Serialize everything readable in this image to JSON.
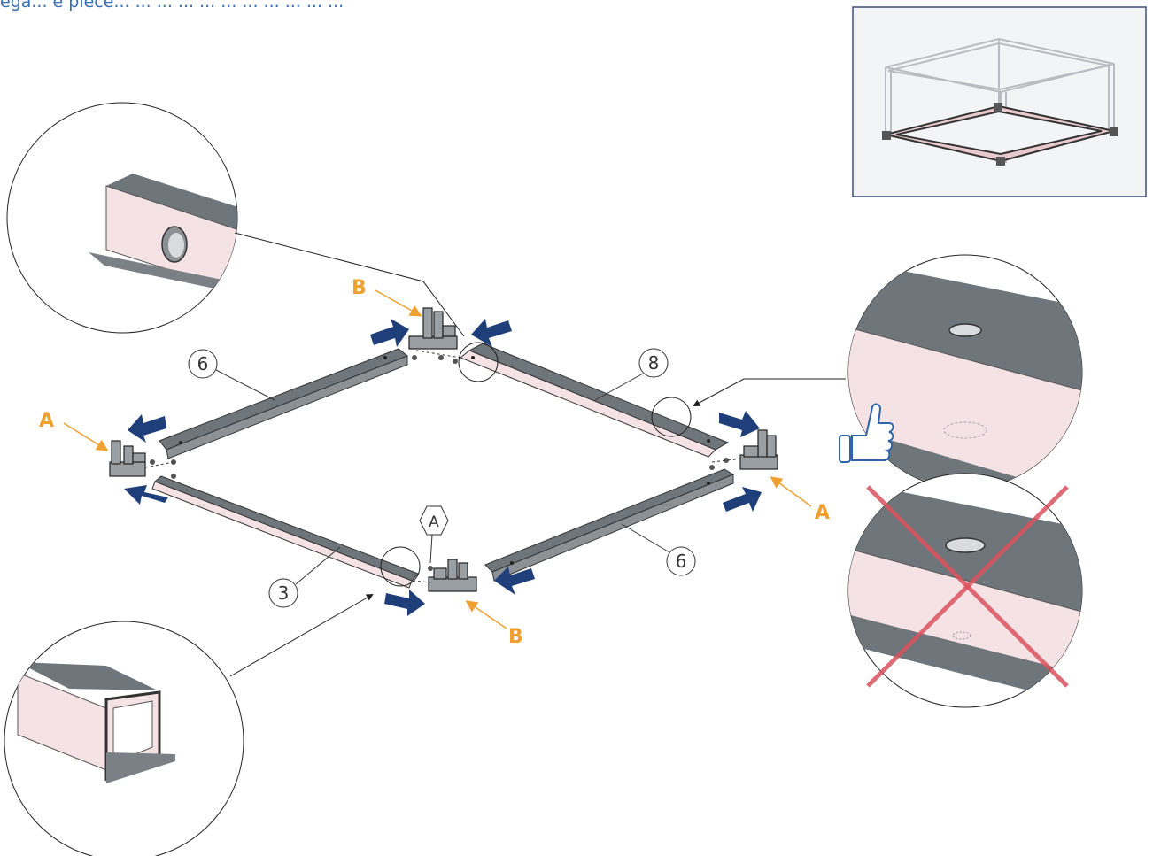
{
  "header": {
    "text": "ega... e piece... ... ... ... ... ... ... ... ... ... ..."
  },
  "labels": {
    "corner_a": "A",
    "corner_b": "B",
    "hex_marker": "A"
  },
  "part_numbers": [
    "6",
    "8",
    "6",
    "3"
  ],
  "colors": {
    "accent_orange": "#f0a030",
    "arrow_blue": "#1f3f7a",
    "header_blue": "#3a6fb0",
    "cross_red": "#d9535e",
    "beam_pink": "#f4e2e4",
    "beam_gray": "#6f767b",
    "thumbs_blue": "#2f64a8"
  },
  "icons": [
    "thumbs-up-icon",
    "red-x-icon",
    "push-arrow-icon"
  ]
}
